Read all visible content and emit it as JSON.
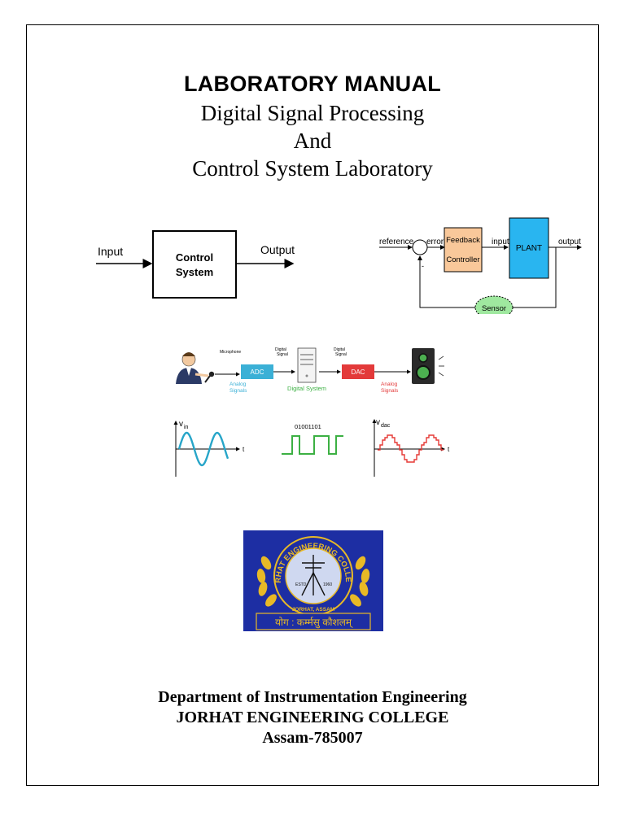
{
  "header": {
    "title": "LABORATORY MANUAL",
    "line1": "Digital Signal Processing",
    "line2": "And",
    "line3": "Control System Laboratory"
  },
  "open_loop": {
    "input": "Input",
    "block_line1": "Control",
    "block_line2": "System",
    "output": "Output"
  },
  "closed_loop": {
    "reference": "reference",
    "error": "error",
    "controller_line1": "Feedback",
    "controller_line2": "Controller",
    "input": "input",
    "plant": "PLANT",
    "output": "output",
    "sensor": "Sensor",
    "minus": "-",
    "colors": {
      "controller": "#f9c89a",
      "plant": "#29b5f0",
      "sensor": "#9fe89f"
    }
  },
  "dsp_chain": {
    "microphone": "Microphone",
    "adc": "ADC",
    "digital_signal_1_line1": "Digital",
    "digital_signal_1_line2": "Signal",
    "digital_signal_2_line1": "Digital",
    "digital_signal_2_line2": "Signal",
    "dac": "DAC",
    "analog_left_line1": "Analog",
    "analog_left_line2": "Signals",
    "digital_system": "Digital System",
    "analog_right_line1": "Analog",
    "analog_right_line2": "Signals",
    "colors": {
      "adc": "#3bb0d6",
      "dac": "#e33a3a",
      "digital_text": "#3cb043"
    }
  },
  "waveforms": {
    "vin_main": "v",
    "vin_sub": "in",
    "t1": "t",
    "bits": "01001101",
    "vdac_main": "v",
    "vdac_sub": "dac",
    "t3": "t",
    "colors": {
      "analog": "#27a5c8",
      "digital": "#3cb043",
      "dac": "#e53935"
    }
  },
  "logo": {
    "ring_text": "JORHAT ENGINEERING COLLEGE",
    "estd": "ESTD.",
    "year": "1960",
    "location": "JORHAT, ASSAM",
    "motto": "योग : कर्म्मसु कौशलम्",
    "colors": {
      "background": "#1d2ea3",
      "gold": "#e8b926"
    }
  },
  "footer": {
    "line1": "Department of Instrumentation Engineering",
    "line2": "JORHAT ENGINEERING COLLEGE",
    "line3": "Assam-785007"
  }
}
